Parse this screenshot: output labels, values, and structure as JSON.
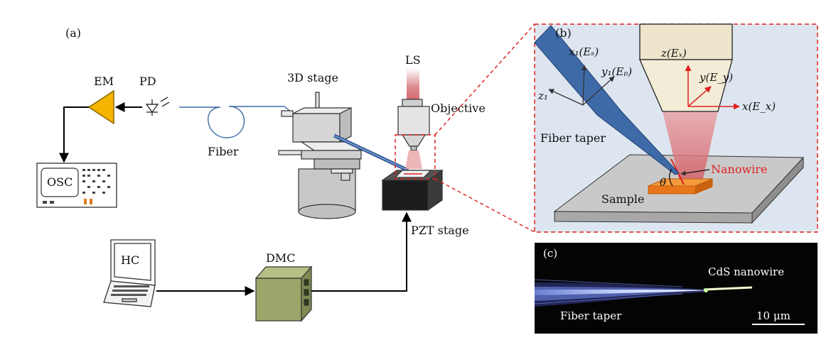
{
  "panels": {
    "a": "(a)",
    "b": "(b)",
    "c": "(c)"
  },
  "labels": {
    "em": "EM",
    "pd": "PD",
    "stage3d": "3D stage",
    "ls": "LS",
    "objective": "Objective",
    "fiber": "Fiber",
    "osc": "OSC",
    "pzt": "PZT stage",
    "hc": "HC",
    "dmc": "DMC"
  },
  "panel_b": {
    "x1": "x₁(Eₛ)",
    "y1": "y₁(Eₚ)",
    "z1": "z₁",
    "z": "z(Eₓ)",
    "y": "y(E_y)",
    "x": "x(E_x)",
    "fiber_taper": "Fiber taper",
    "nanowire": "Nanowire",
    "theta": "θ",
    "sample": "Sample"
  },
  "panel_c": {
    "cds": "CdS nanowire",
    "fiber_taper": "Fiber taper",
    "scale": "10 μm"
  },
  "colors": {
    "em_triangle": "#f5b400",
    "fiber_taper": "#3e6aa8",
    "red_dashed": "#e02020",
    "beam": "#d9777a",
    "nanowire": "#e8761a",
    "dmc": "#9aa66a",
    "panel_b_bg": "#dde6f0"
  }
}
